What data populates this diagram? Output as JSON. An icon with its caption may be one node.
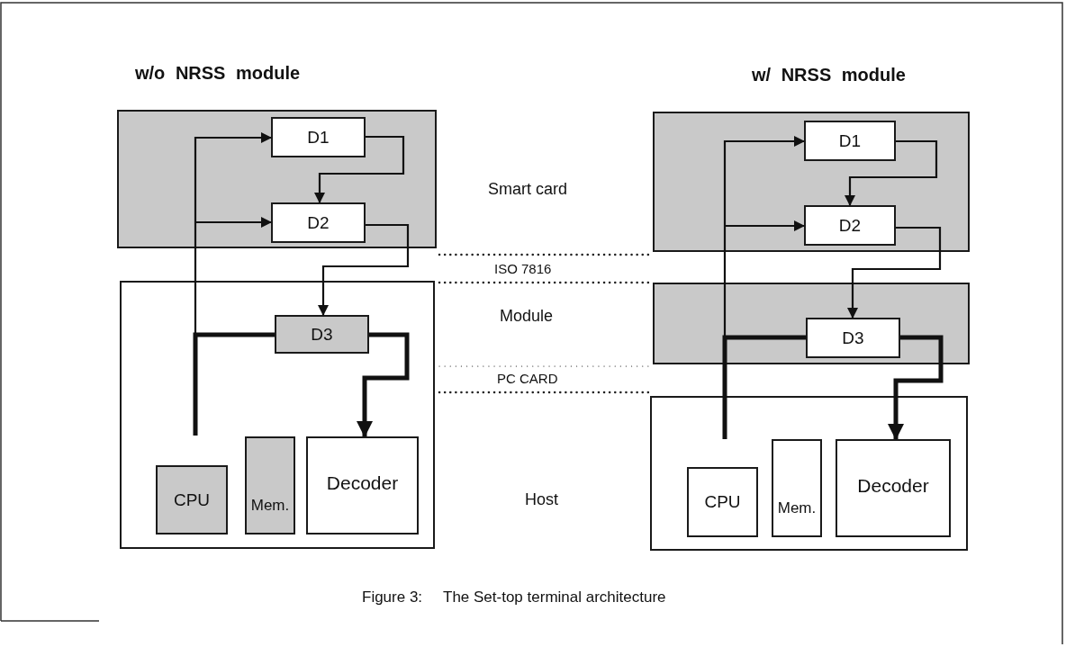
{
  "diagram": {
    "nodes": [
      {
        "text": [],
        "shape": "box"
      },
      {
        "text": [
          "D1"
        ],
        "in": 0
      },
      {
        "text": [
          "D2"
        ],
        "in": 0
      },
      {
        "text": [],
        "shape": "box"
      },
      {
        "text": [
          "D3"
        ],
        "in": 3
      },
      {
        "text": [
          "CPU"
        ],
        "in": 3
      },
      {
        "text": [
          "Mem."
        ],
        "in": 3
      },
      {
        "text": [
          "Decoder"
        ],
        "in": 3
      },
      {
        "text": [],
        "shape": "box"
      },
      {
        "text": [
          "D1"
        ],
        "in": 8
      },
      {
        "text": [
          "D2"
        ],
        "in": 8
      },
      {
        "text": [],
        "shape": "box"
      },
      {
        "text": [
          "D3"
        ],
        "in": 11
      },
      {
        "text": [],
        "shape": "box"
      },
      {
        "text": [
          "CPU"
        ],
        "in": 13
      },
      {
        "text": [
          "Mem."
        ],
        "in": 13
      },
      {
        "text": [
          "Decoder"
        ],
        "in": 13
      }
    ],
    "edges": [
      {
        "from": null,
        "to": 1,
        "arrow": "to"
      },
      {
        "from": null,
        "to": 2,
        "arrow": "to"
      },
      {
        "from": 1,
        "to": 2,
        "arrow": "to"
      },
      {
        "from": 2,
        "to": 4,
        "arrow": "to"
      },
      {
        "from": 4,
        "to": null,
        "arrow": "none",
        "style": "thick"
      },
      {
        "from": 4,
        "to": 7,
        "arrow": "to",
        "style": "thick"
      },
      {
        "from": null,
        "to": 9,
        "arrow": "to"
      },
      {
        "from": null,
        "to": 10,
        "arrow": "to"
      },
      {
        "from": 9,
        "to": 10,
        "arrow": "to"
      },
      {
        "from": 10,
        "to": 12,
        "arrow": "to"
      },
      {
        "from": 12,
        "to": null,
        "arrow": "none",
        "style": "thick"
      },
      {
        "from": 12,
        "to": 16,
        "arrow": "to",
        "style": "thick"
      }
    ],
    "labels": [
      "w/o NRSS module",
      "w/ NRSS module",
      "Smart card",
      "ISO 7816",
      "Module",
      "PC CARD",
      "Host",
      "Figure 3:",
      "The Set-top terminal architecture"
    ]
  }
}
